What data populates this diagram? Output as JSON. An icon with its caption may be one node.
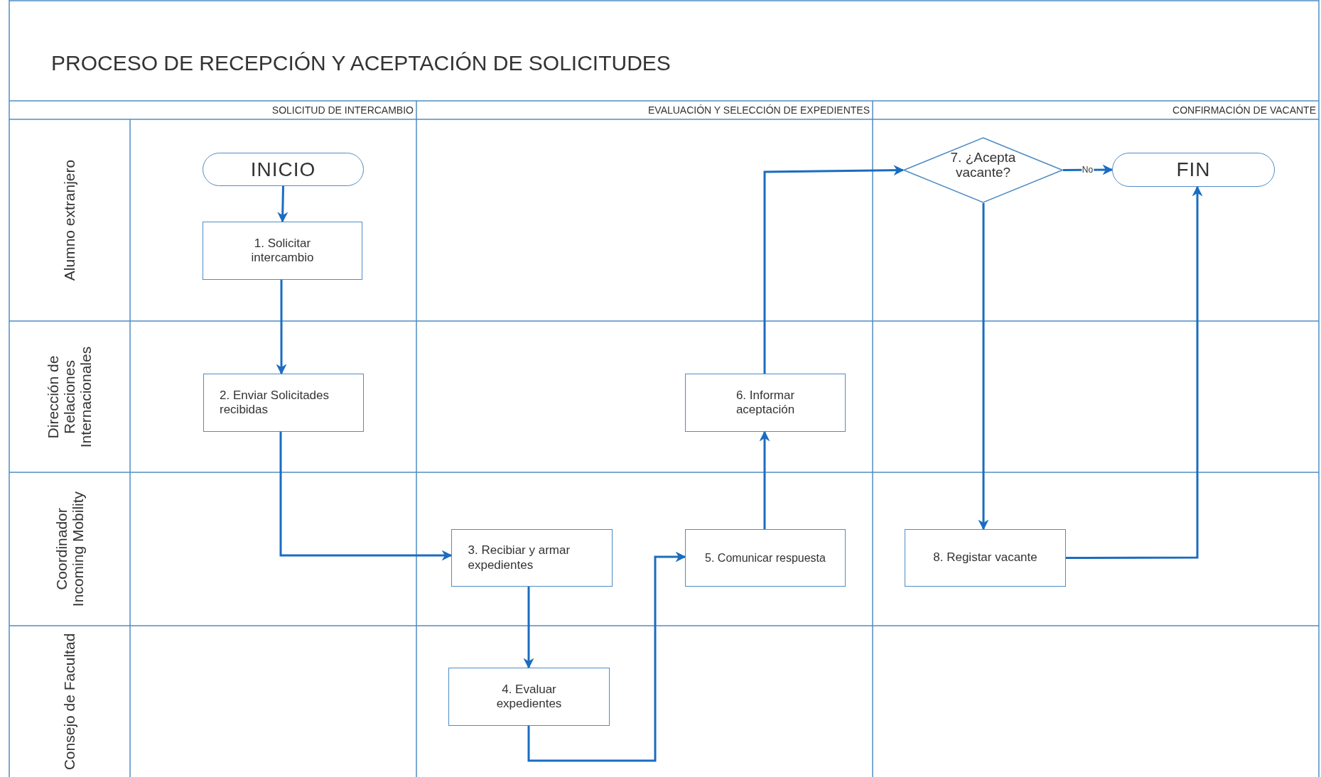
{
  "diagram": {
    "title": "PROCESO DE RECEPCIÓN Y ACEPTACIÓN DE SOLICITUDES",
    "nodes": [
      {
        "text": [
          "SOLICITUD DE INTERCAMBIO"
        ]
      },
      {
        "text": [
          "EVALUACIÓN Y SELECCIÓN DE EXPEDIENTES"
        ]
      },
      {
        "text": [
          "CONFIRMACIÓN DE VACANTE"
        ]
      },
      {
        "text": [
          "Alumno extranjero"
        ]
      },
      {
        "text": [
          "INICIO"
        ]
      },
      {
        "text": [
          "1. Solicitar intercambio"
        ]
      },
      {
        "text": [
          "7. ¿Acepta vacante?"
        ]
      },
      {
        "text": [
          "FIN"
        ]
      },
      {
        "text": [
          "Dirección de Relaciones Internacionales"
        ]
      },
      {
        "text": [
          "2. Enviar Solicitades recibidas"
        ]
      },
      {
        "text": [
          "6. Informar aceptación"
        ]
      },
      {
        "text": [
          "Coordinador Incoming Mobility"
        ]
      },
      {
        "text": [
          "3. Recibiar y armar expedientes"
        ]
      },
      {
        "text": [
          "5. Comunicar respuesta"
        ]
      },
      {
        "text": [
          "8. Registar vacante"
        ]
      },
      {
        "text": [
          "Consejo de Facultad"
        ]
      },
      {
        "text": [
          "4. Evaluar expedientes"
        ]
      }
    ],
    "edges": [
      {
        "from": 4,
        "to": 5,
        "arrow": "to"
      },
      {
        "from": 5,
        "to": 9,
        "arrow": "to"
      },
      {
        "from": 9,
        "to": 12,
        "arrow": "to"
      },
      {
        "from": 12,
        "to": 16,
        "arrow": "to"
      },
      {
        "from": 16,
        "to": 13,
        "arrow": "to"
      },
      {
        "from": 13,
        "to": 10,
        "arrow": "to"
      },
      {
        "from": 10,
        "to": 6,
        "arrow": "to"
      },
      {
        "from": 6,
        "to": 7,
        "arrow": "to",
        "label": "No"
      },
      {
        "from": 6,
        "to": 14,
        "arrow": "to"
      },
      {
        "from": 14,
        "to": 7,
        "arrow": "to"
      }
    ]
  }
}
